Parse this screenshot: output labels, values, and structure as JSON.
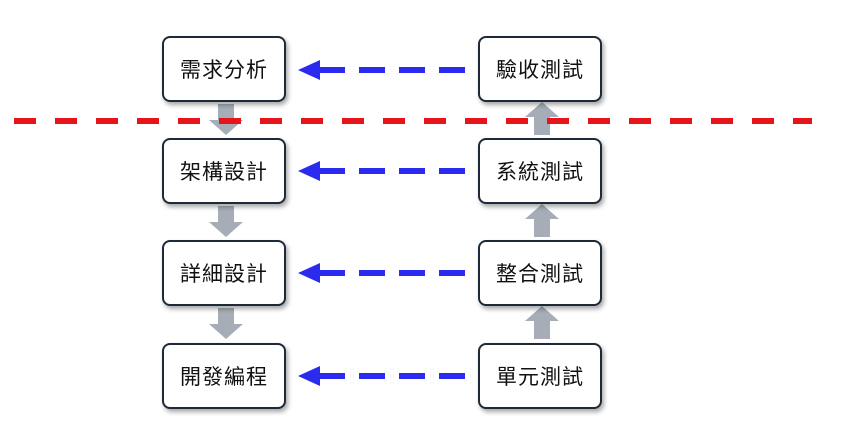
{
  "diagram": {
    "left_column": [
      {
        "label": "需求分析"
      },
      {
        "label": "架構設計"
      },
      {
        "label": "詳細設計"
      },
      {
        "label": "開發編程"
      }
    ],
    "right_column": [
      {
        "label": "驗收測試"
      },
      {
        "label": "系統測試"
      },
      {
        "label": "整合測試"
      },
      {
        "label": "單元測試"
      }
    ],
    "colors": {
      "dashed_arrow": "#2b2bf0",
      "divider_line": "#e8141b",
      "flow_arrow": "#a6adb6",
      "box_border": "#1d2a3a"
    }
  }
}
